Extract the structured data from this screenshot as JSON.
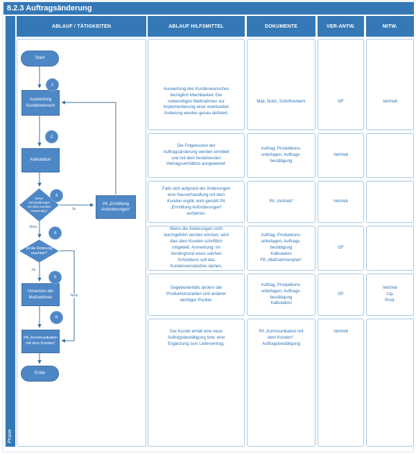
{
  "title": "8.2.3 Auftragsänderung",
  "phase_label": "Phase",
  "header": {
    "col1": "ABLAUF / TÄTIGKEITEN",
    "col2": "ABLAUF HILFSMITTEL",
    "col3": "DOKUMENTE",
    "col4": "VER-ANTW.",
    "col5": "MITW."
  },
  "flow": {
    "start": "Start",
    "end": "Ende",
    "step1": {
      "num": "1",
      "label": "Auswertung\nKundenwunsch"
    },
    "step2": {
      "num": "2",
      "label": "Kalkulation"
    },
    "step3": {
      "num": "3",
      "label": "Neue\nVerhandlungen\nmit dem Kunden\nnotwendig?"
    },
    "step4": {
      "num": "4",
      "label": "Ist die Änderung\nmachbar?"
    },
    "step5": {
      "num": "5",
      "label": "Umsetzen der\nMaßnahmen"
    },
    "step6": {
      "num": "6",
      "label": "PA „Kommunikation\nmit dem Kunden“"
    },
    "side_box": "PA „Ermittlung\nAnforderungen“",
    "label_ja_side": "Ja",
    "label_nein_down": "Nein",
    "label_ja_down": "Ja",
    "label_nein_side": "Nein"
  },
  "rows": [
    {
      "hilfsmittel": "Auswertung des Kundenwunsches\nbezüglich Machbarkeit. Die\nnotwendigen Maßnahmen zur\nImplementierung einer eventuellen\nÄnderung werden genau definiert.",
      "dokumente": "Mail, Notiz, Schriftverkehr",
      "verantw": "GF",
      "mitw": "Vertrieb"
    },
    {
      "hilfsmittel": "Die Folgekosten der\nAuftragsänderung werden ermittelt\nund mit dem bestehenden\nVertragsverhältnis ausgewertet.",
      "dokumente": "Auftrag, Produktions-\nunterlagen, Auftrags-\nbestätigung",
      "verantw": "Vertrieb",
      "mitw": ""
    },
    {
      "hilfsmittel": "Falls sich aufgrund der Änderungen\neine Neuverhandlung mit dem\nKunden ergibt, wird gemäß PA\n„Ermittlung Anforderungen“\nverfahren.",
      "dokumente": "PA „Vertrieb“",
      "verantw": "Vertrieb",
      "mitw": ""
    },
    {
      "hilfsmittel": "Wenn die Änderungen nicht\ndurchgeführt werden können, wird\ndies dem Kunden schriftlich\nmitgeteilt. Anmerkung: Im\nVordergrund eines solchen\nSchreibens soll das\nKundenverständnis stehen.",
      "dokumente": "Auftrag, Produktions-\nunterlagen, Auftrags-\nbestätigung\nKalkulation\nFB „Maßnahmenplan“",
      "verantw": "GF",
      "mitw": ""
    },
    {
      "hilfsmittel": "Gegebenenfalls ändern der\nProduktionszahlen und anderer\nwichtiger Punkte.",
      "dokumente": "Auftrag, Produktions-\nunterlagen, Auftrags-\nbestätigung\nKalkulation",
      "verantw": "GF",
      "mitw": "Vertrieb\nLtg.\nProd."
    },
    {
      "hilfsmittel": "Der Kunde erhält eine neue\nAuftragsbestätigung bzw. eine\nErgänzung zum Liefervertrag.",
      "dokumente": "PA „Kommunikation mit\ndem Kunden“,\nAuftragsbestätigung",
      "verantw": "Vertrieb",
      "mitw": ""
    }
  ],
  "colors": {
    "header_blue": "#3478B6",
    "shape_blue": "#4E87C6",
    "shape_border": "#3D6EA5",
    "cell_border": "#A5C6E4",
    "text_blue": "#2E74B5",
    "line_blue": "#41719C"
  }
}
